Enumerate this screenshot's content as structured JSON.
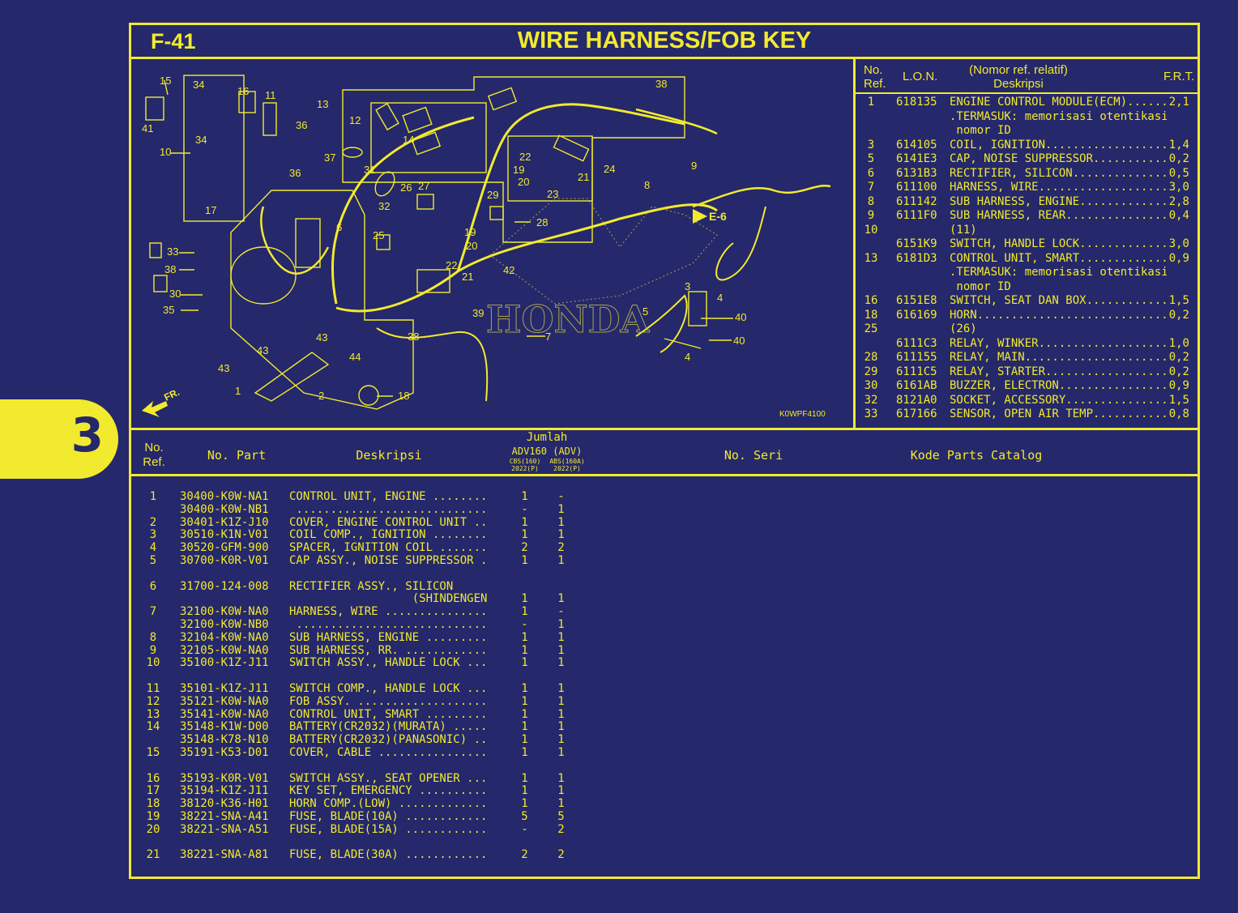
{
  "section_tab": "3",
  "header": {
    "code": "F-41",
    "title": "WIRE HARNESS/FOB KEY"
  },
  "diagram": {
    "figure_code": "K0WPF4100",
    "watermark": "HONDA",
    "ref_to_figure": "E-6",
    "front_label": "FR.",
    "callouts": [
      "1",
      "2",
      "3",
      "4",
      "5",
      "6",
      "7",
      "8",
      "9",
      "10",
      "11",
      "12",
      "13",
      "14",
      "15",
      "16",
      "17",
      "18",
      "19",
      "20",
      "21",
      "22",
      "23",
      "24",
      "25",
      "26",
      "27",
      "28",
      "29",
      "30",
      "31",
      "32",
      "33",
      "34",
      "35",
      "36",
      "37",
      "38",
      "39",
      "40",
      "41",
      "42",
      "43",
      "44"
    ]
  },
  "right_table": {
    "headers": {
      "ref_line1": "No.",
      "ref_line2": "Ref.",
      "lon": "L.O.N.",
      "desc_line1": "(Nomor ref. relatif)",
      "desc_line2": "Deskripsi",
      "frt": "F.R.T."
    },
    "rows": [
      {
        "ref": "1",
        "lon": "618135",
        "desc": "ENGINE CONTROL MODULE(ECM).......",
        "frt": "2,1"
      },
      {
        "ref": "",
        "lon": "",
        "desc": ".TERMASUK: memorisasi otentikasi",
        "frt": ""
      },
      {
        "ref": "",
        "lon": "",
        "desc": " nomor ID",
        "frt": ""
      },
      {
        "ref": "3",
        "lon": "614105",
        "desc": "COIL, IGNITION...................",
        "frt": "1,4"
      },
      {
        "ref": "5",
        "lon": "6141E3",
        "desc": "CAP, NOISE SUPPRESSOR............",
        "frt": "0,2"
      },
      {
        "ref": "6",
        "lon": "6131B3",
        "desc": "RECTIFIER, SILICON...............",
        "frt": "0,5"
      },
      {
        "ref": "7",
        "lon": "611100",
        "desc": "HARNESS, WIRE....................",
        "frt": "3,0"
      },
      {
        "ref": "8",
        "lon": "611142",
        "desc": "SUB HARNESS, ENGINE..............",
        "frt": "2,8"
      },
      {
        "ref": "9",
        "lon": "6111F0",
        "desc": "SUB HARNESS, REAR................",
        "frt": "0,4"
      },
      {
        "ref": "10",
        "lon": "",
        "desc": "(11)",
        "frt": ""
      },
      {
        "ref": "",
        "lon": "6151K9",
        "desc": "SWITCH, HANDLE LOCK..............",
        "frt": "3,0"
      },
      {
        "ref": "13",
        "lon": "6181D3",
        "desc": "CONTROL UNIT, SMART..............",
        "frt": "0,9"
      },
      {
        "ref": "",
        "lon": "",
        "desc": ".TERMASUK: memorisasi otentikasi",
        "frt": ""
      },
      {
        "ref": "",
        "lon": "",
        "desc": " nomor ID",
        "frt": ""
      },
      {
        "ref": "16",
        "lon": "6151E8",
        "desc": "SWITCH, SEAT DAN BOX.............",
        "frt": "1,5"
      },
      {
        "ref": "18",
        "lon": "616169",
        "desc": "HORN.............................",
        "frt": "0,2"
      },
      {
        "ref": "25",
        "lon": "",
        "desc": "(26)",
        "frt": ""
      },
      {
        "ref": "",
        "lon": "6111C3",
        "desc": "RELAY, WINKER....................",
        "frt": "1,0"
      },
      {
        "ref": "28",
        "lon": "611155",
        "desc": "RELAY, MAIN......................",
        "frt": "0,2"
      },
      {
        "ref": "29",
        "lon": "6111C5",
        "desc": "RELAY, STARTER...................",
        "frt": "0,2"
      },
      {
        "ref": "30",
        "lon": "6161AB",
        "desc": "BUZZER, ELECTRON.................",
        "frt": "0,9"
      },
      {
        "ref": "32",
        "lon": "8121A0",
        "desc": "SOCKET, ACCESSORY................",
        "frt": "1,5"
      },
      {
        "ref": "33",
        "lon": "617166",
        "desc": "SENSOR, OPEN AIR TEMP............",
        "frt": "0,8"
      }
    ]
  },
  "bottom_table": {
    "headers": {
      "ref_line1": "No.",
      "ref_line2": "Ref.",
      "part": "No. Part",
      "desc": "Deskripsi",
      "qty_title": "Jumlah",
      "qty_model": "ADV160 (ADV)",
      "qty_v1": "CBS(160)",
      "qty_v2": "ABS(160A)",
      "qty_y1": "2022(P)",
      "qty_y2": "2022(P)",
      "serial": "No. Seri",
      "catalog": "Kode Parts Catalog"
    },
    "rows": [
      {
        "ref": "1",
        "part": "30400-K0W-NA1",
        "desc": "CONTROL UNIT, ENGINE ..........",
        "q1": "1",
        "q2": "-"
      },
      {
        "ref": "",
        "part": "30400-K0W-NB1",
        "desc": " ..............................",
        "q1": "-",
        "q2": "1"
      },
      {
        "ref": "2",
        "part": "30401-K1Z-J10",
        "desc": "COVER, ENGINE CONTROL UNIT ....",
        "q1": "1",
        "q2": "1"
      },
      {
        "ref": "3",
        "part": "30510-K1N-V01",
        "desc": "COIL COMP., IGNITION ..........",
        "q1": "1",
        "q2": "1"
      },
      {
        "ref": "4",
        "part": "30520-GFM-900",
        "desc": "SPACER, IGNITION COIL .........",
        "q1": "2",
        "q2": "2"
      },
      {
        "ref": "5",
        "part": "30700-K0R-V01",
        "desc": "CAP ASSY., NOISE SUPPRESSOR ...",
        "q1": "1",
        "q2": "1"
      },
      {
        "ref": "",
        "part": "",
        "desc": "",
        "q1": "",
        "q2": ""
      },
      {
        "ref": "6",
        "part": "31700-124-008",
        "desc": "RECTIFIER ASSY., SILICON",
        "q1": "",
        "q2": ""
      },
      {
        "ref": "",
        "part": "",
        "desc": "                  (SHINDENGEN)",
        "q1": "1",
        "q2": "1"
      },
      {
        "ref": "7",
        "part": "32100-K0W-NA0",
        "desc": "HARNESS, WIRE .................",
        "q1": "1",
        "q2": "-"
      },
      {
        "ref": "",
        "part": "32100-K0W-NB0",
        "desc": " ..............................",
        "q1": "-",
        "q2": "1"
      },
      {
        "ref": "8",
        "part": "32104-K0W-NA0",
        "desc": "SUB HARNESS, ENGINE ...........",
        "q1": "1",
        "q2": "1"
      },
      {
        "ref": "9",
        "part": "32105-K0W-NA0",
        "desc": "SUB HARNESS, RR. ..............",
        "q1": "1",
        "q2": "1"
      },
      {
        "ref": "10",
        "part": "35100-K1Z-J11",
        "desc": "SWITCH ASSY., HANDLE LOCK .....",
        "q1": "1",
        "q2": "1"
      },
      {
        "ref": "",
        "part": "",
        "desc": "",
        "q1": "",
        "q2": ""
      },
      {
        "ref": "11",
        "part": "35101-K1Z-J11",
        "desc": "SWITCH COMP., HANDLE LOCK .....",
        "q1": "1",
        "q2": "1"
      },
      {
        "ref": "12",
        "part": "35121-K0W-NA0",
        "desc": "FOB ASSY. .....................",
        "q1": "1",
        "q2": "1"
      },
      {
        "ref": "13",
        "part": "35141-K0W-NA0",
        "desc": "CONTROL UNIT, SMART ...........",
        "q1": "1",
        "q2": "1"
      },
      {
        "ref": "14",
        "part": "35148-K1W-D00",
        "desc": "BATTERY(CR2032)(MURATA) .......",
        "q1": "1",
        "q2": "1"
      },
      {
        "ref": "",
        "part": "35148-K78-N10",
        "desc": "BATTERY(CR2032)(PANASONIC) ....",
        "q1": "1",
        "q2": "1"
      },
      {
        "ref": "15",
        "part": "35191-K53-D01",
        "desc": "COVER, CABLE ..................",
        "q1": "1",
        "q2": "1"
      },
      {
        "ref": "",
        "part": "",
        "desc": "",
        "q1": "",
        "q2": ""
      },
      {
        "ref": "16",
        "part": "35193-K0R-V01",
        "desc": "SWITCH ASSY., SEAT OPENER .....",
        "q1": "1",
        "q2": "1"
      },
      {
        "ref": "17",
        "part": "35194-K1Z-J11",
        "desc": "KEY SET, EMERGENCY ............",
        "q1": "1",
        "q2": "1"
      },
      {
        "ref": "18",
        "part": "38120-K36-H01",
        "desc": "HORN COMP.(LOW) ...............",
        "q1": "1",
        "q2": "1"
      },
      {
        "ref": "19",
        "part": "38221-SNA-A41",
        "desc": "FUSE, BLADE(10A) ..............",
        "q1": "5",
        "q2": "5"
      },
      {
        "ref": "20",
        "part": "38221-SNA-A51",
        "desc": "FUSE, BLADE(15A) ..............",
        "q1": "-",
        "q2": "2"
      },
      {
        "ref": "",
        "part": "",
        "desc": "",
        "q1": "",
        "q2": ""
      },
      {
        "ref": "21",
        "part": "38221-SNA-A81",
        "desc": "FUSE, BLADE(30A) ..............",
        "q1": "2",
        "q2": "2"
      }
    ]
  }
}
